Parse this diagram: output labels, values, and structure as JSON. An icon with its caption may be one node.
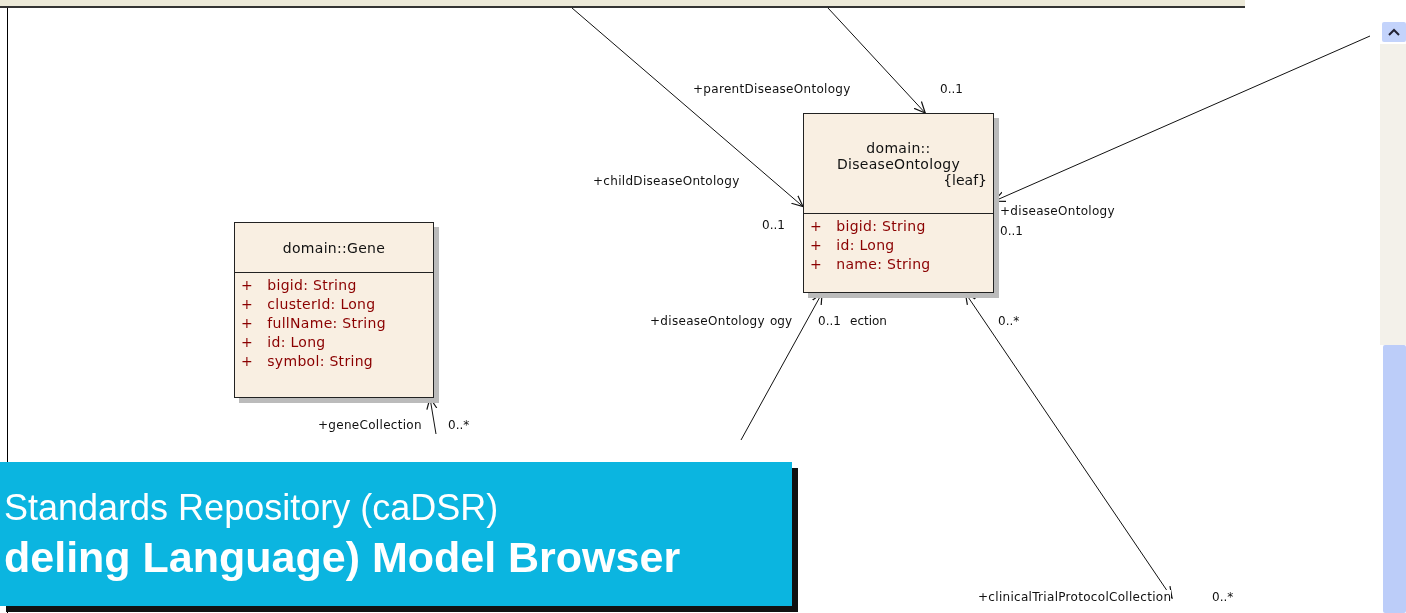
{
  "diagram": {
    "nodes": [
      {
        "text": [
          "domain:: DiseaseOntology",
          "{leaf}",
          "+ bigid: String",
          "+ id: Long",
          "+ name: String"
        ]
      },
      {
        "text": [
          "domain::Gene",
          "+ bigid: String",
          "+ clusterId: Long",
          "+ fullName: String",
          "+ id: Long",
          "+ symbol: String"
        ]
      },
      {
        "text": [
          "Standards Repository (caDSR)",
          "deling Language) Model Browser"
        ]
      }
    ],
    "edges": [
      {
        "from": null,
        "to": 0,
        "arrow": "to",
        "label": "+parentDiseaseOntology"
      },
      {
        "from": null,
        "to": 0,
        "arrow": "to",
        "label": "+childDiseaseOntology"
      },
      {
        "from": null,
        "to": 0,
        "arrow": "to",
        "label": "+diseaseOntology"
      },
      {
        "from": null,
        "to": 0,
        "arrow": "to",
        "label": "+diseaseOntology"
      },
      {
        "from": null,
        "to": 0,
        "arrow": "both",
        "label": "+clinicalTrialProtocolCollection"
      },
      {
        "from": null,
        "to": 1,
        "arrow": "to",
        "label": "+geneCollection"
      }
    ],
    "labels": [
      "0..1",
      "0..1",
      "0..1",
      "ogy",
      "0..1",
      "ection",
      "0..*",
      "0..*",
      "0..*"
    ]
  }
}
